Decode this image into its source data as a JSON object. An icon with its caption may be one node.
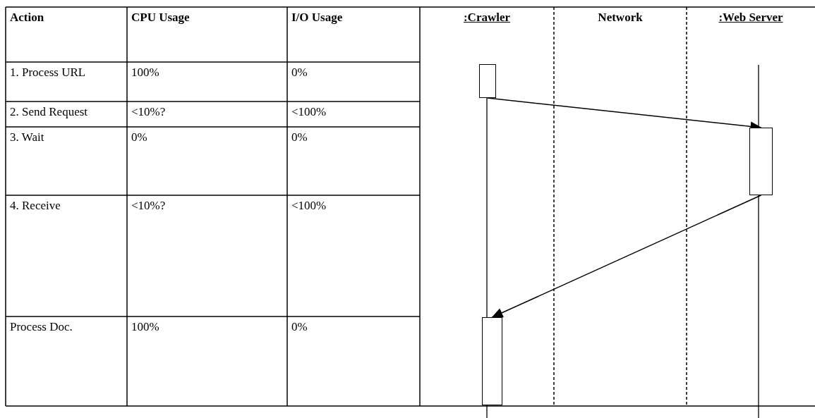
{
  "diagram": {
    "nodes": [
      {
        "text": [],
        "shape": "box"
      },
      {
        "text": [],
        "shape": "box"
      },
      {
        "text": [],
        "shape": "box"
      }
    ],
    "edges": [
      {
        "from": 0,
        "to": 2,
        "arrow": "to"
      },
      {
        "from": 2,
        "to": 1,
        "arrow": "to"
      }
    ],
    "labels": [
      "Action",
      "CPU Usage",
      "I/O Usage",
      ":Crawler",
      "Network",
      ":Web Server",
      "1. Process URL",
      "100%",
      "0%",
      "2. Send Request",
      "<10%?",
      "<100%",
      "3. Wait",
      "0%",
      "0%",
      "4. Receive",
      "<10%?",
      "<100%",
      "Process Doc.",
      "100%",
      "0%"
    ]
  }
}
